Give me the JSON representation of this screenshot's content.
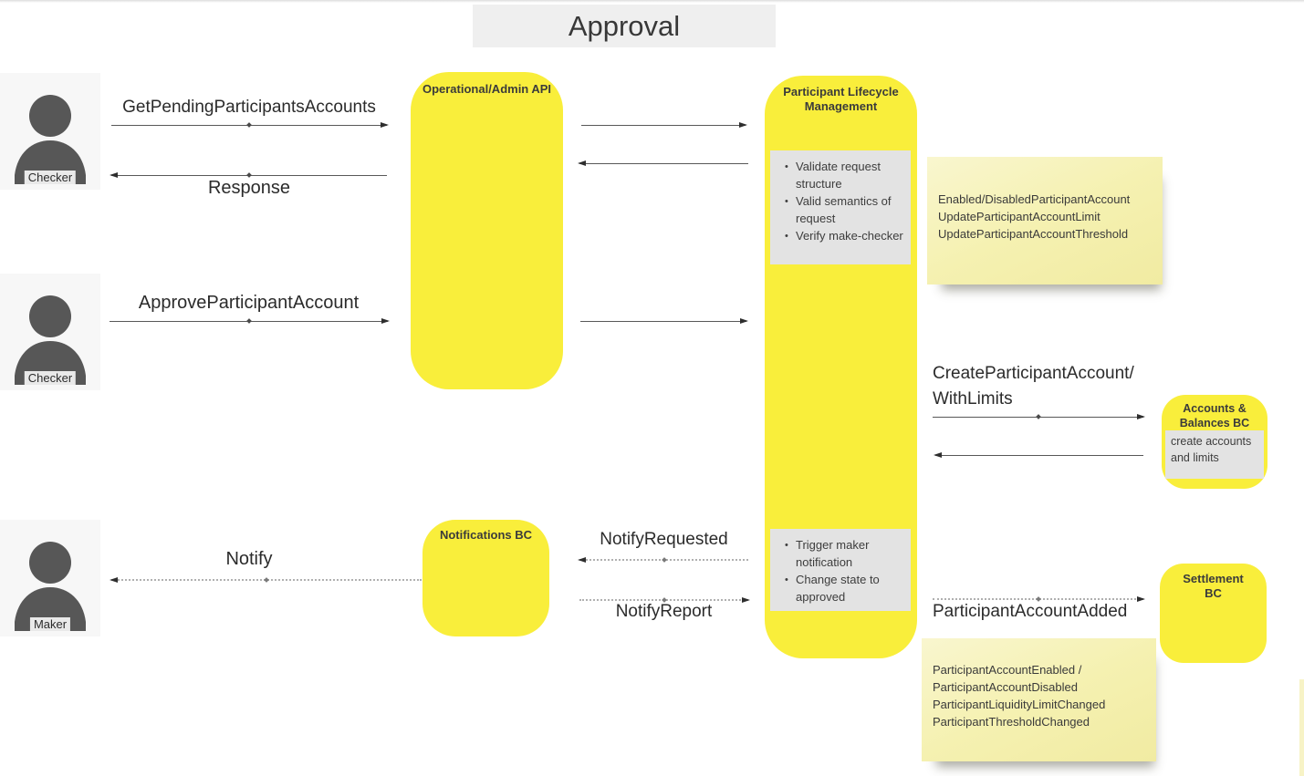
{
  "title": "Approval",
  "colors": {
    "shape_yellow": "#f9ee3b",
    "sticky_yellow": "#f5f1b1",
    "inner_gray": "#e3e3e3",
    "actor_bg": "#f7f7f7",
    "title_bg": "#efefef"
  },
  "actors": [
    {
      "label": "Checker"
    },
    {
      "label": "Checker"
    },
    {
      "label": "Maker"
    }
  ],
  "boxes": {
    "operational_api": {
      "title": "Operational/Admin API"
    },
    "plm": {
      "title": "Participant Lifecycle Management",
      "validation_steps": [
        "Validate request structure",
        "Valid semantics of request",
        "Verify make-checker"
      ],
      "approval_steps": [
        "Trigger maker notification",
        "Change state to approved"
      ]
    },
    "notifications": {
      "title": "Notifications BC"
    },
    "accounts_balances": {
      "title": "Accounts & Balances BC",
      "note": "create accounts and limits"
    },
    "settlement": {
      "title": "Settlement BC"
    }
  },
  "arrows": {
    "get_pending": "GetPendingParticipantsAccounts",
    "response": "Response",
    "approve": "ApproveParticipantAccount",
    "create_line1": "CreateParticipantAccount/",
    "create_line2": "WithLimits",
    "account_added": "ParticipantAccountAdded",
    "notify": "Notify",
    "notify_requested": "NotifyRequested",
    "notify_report": "NotifyReport"
  },
  "sticky_notes": [
    {
      "lines": [
        "Enabled/DisabledParticipantAccount",
        "UpdateParticipantAccountLimit",
        "UpdateParticipantAccountThreshold"
      ]
    },
    {
      "lines": [
        "ParticipantAccountEnabled /",
        "ParticipantAccountDisabled",
        "ParticipantLiquidityLimitChanged",
        "ParticipantThresholdChanged"
      ]
    }
  ]
}
